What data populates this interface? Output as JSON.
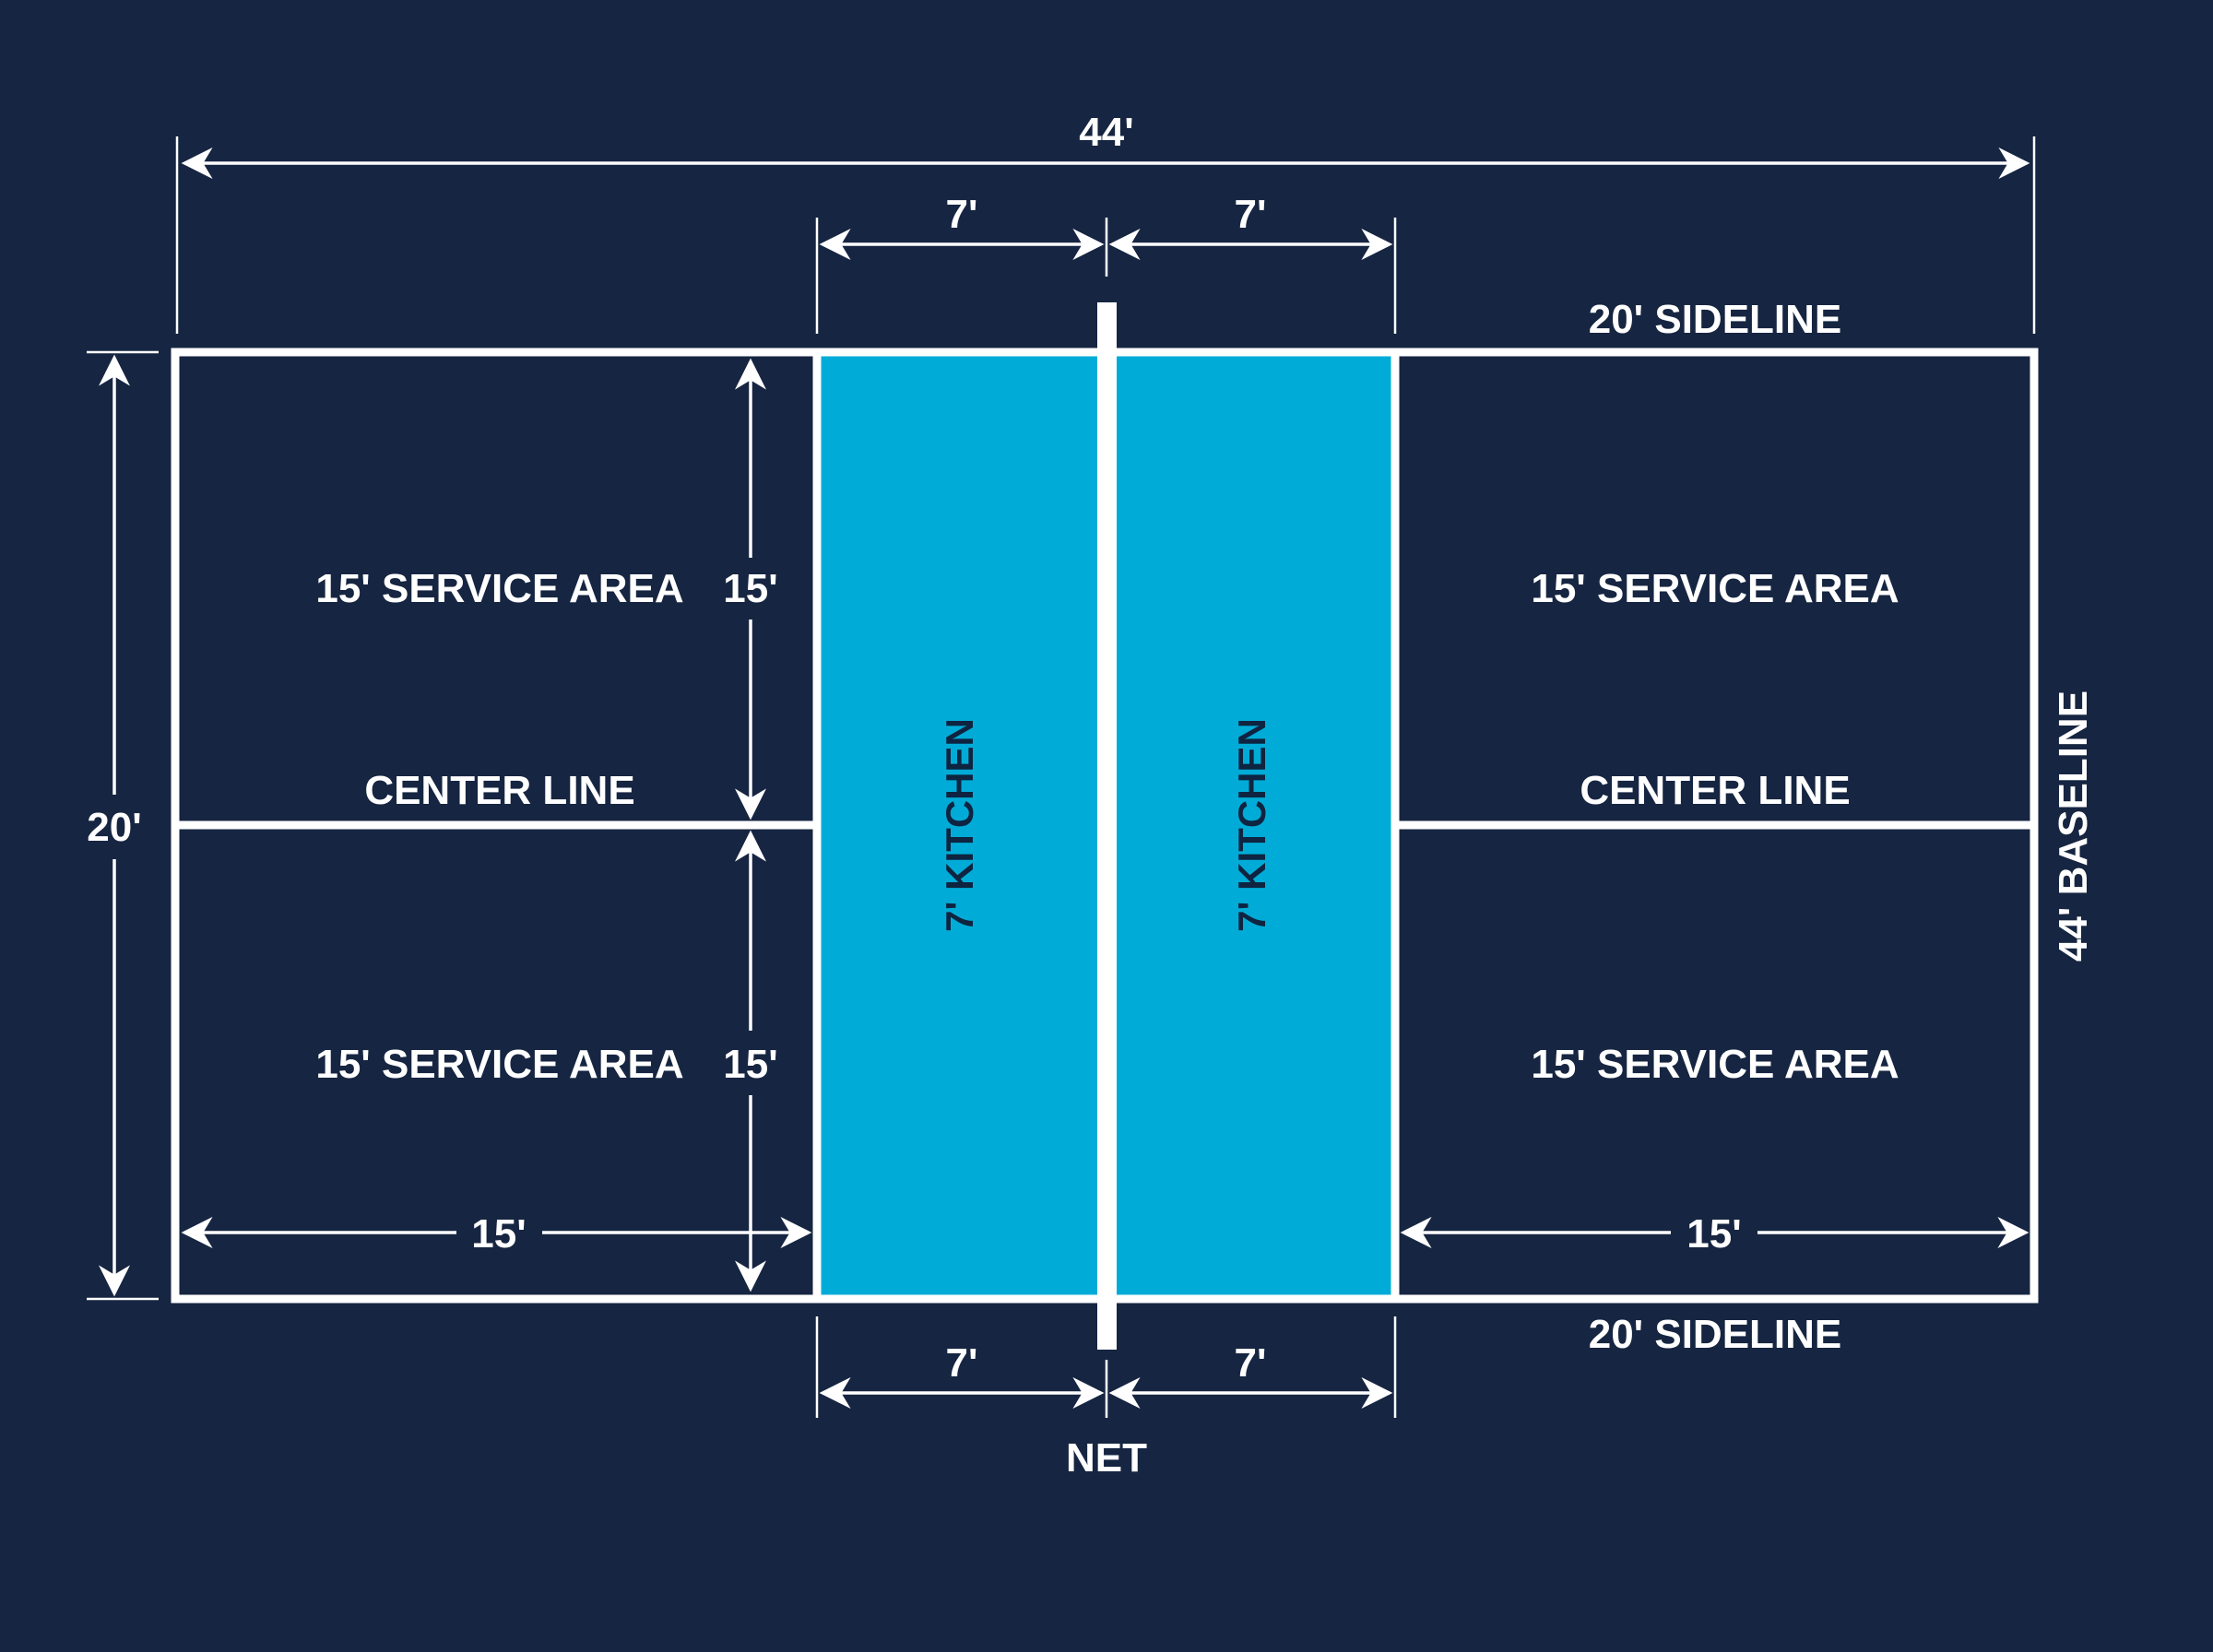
{
  "colors": {
    "background": "#162541",
    "kitchen": "#00acd7",
    "lines": "#ffffff",
    "kitchen_text": "#0e2440"
  },
  "dimensions": {
    "overall_length": "44'",
    "overall_width": "20'",
    "kitchen_top_left": "7'",
    "kitchen_top_right": "7'",
    "kitchen_bottom_left": "7'",
    "kitchen_bottom_right": "7'",
    "service_depth_left": "15'",
    "service_depth_right": "15'",
    "half_width_upper": "15'",
    "half_width_lower": "15'"
  },
  "labels": {
    "sideline_top": "20' SIDELINE",
    "sideline_bottom": "20' SIDELINE",
    "baseline": "44' BASELINE",
    "net": "NET",
    "service_area_left_top": "15' SERVICE AREA",
    "service_area_left_bottom": "15' SERVICE AREA",
    "service_area_right_top": "15' SERVICE AREA",
    "service_area_right_bottom": "15' SERVICE AREA",
    "center_line_left": "CENTER LINE",
    "center_line_right": "CENTER LINE",
    "kitchen_left": "7' KITCHEN",
    "kitchen_right": "7' KITCHEN"
  }
}
